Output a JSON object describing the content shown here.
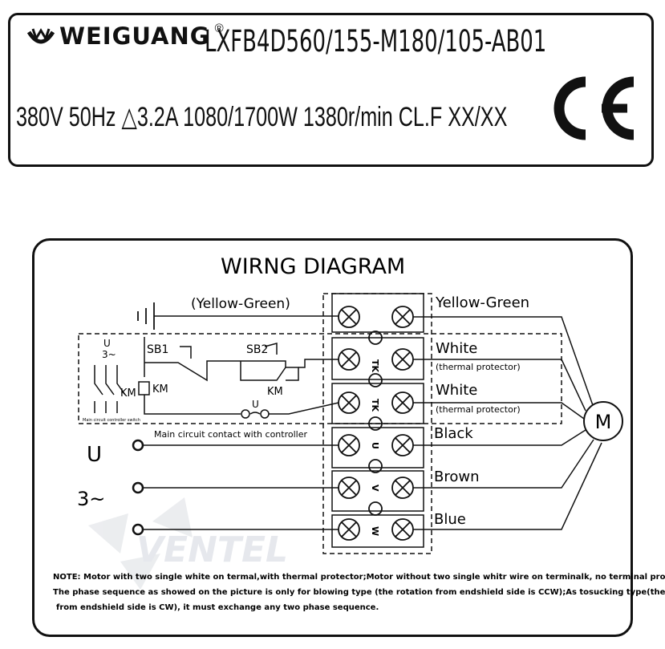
{
  "label": {
    "brand": "WEIGUANG",
    "registered": "®",
    "model": "LXFB4D560/155-M180/105-AB01",
    "specs": "380V 50Hz △3.2A 1080/1700W 1380r/min CL.F XX/XX",
    "certification": "CE"
  },
  "diagram": {
    "title": "WIRNG DIAGRAM",
    "ground_note": "(Yellow-Green)",
    "wires": {
      "yellow_green": "Yellow-Green",
      "white_1": "White",
      "white_1_note": "(thermal protector)",
      "white_2": "White",
      "white_2_note": "(thermal protector)",
      "black": "Black",
      "brown": "Brown",
      "blue": "Blue"
    },
    "motor": "M",
    "controller": {
      "sb1": "SB1",
      "sb2": "SB2",
      "km_coil": "KM",
      "km_contact": "KM",
      "km_main": "KM",
      "u_ctrl": "U",
      "u_top": "U",
      "three_phase_top": "3~",
      "main_switch_caption": "Main circuit controller switch",
      "contact_caption": "Main circuit contact with controller"
    },
    "terminals": [
      "TK",
      "TK",
      "U",
      "V",
      "W"
    ],
    "supply": {
      "phase": "U",
      "type": "3~"
    },
    "watermark": "VENTEL",
    "notes": [
      "NOTE: Motor with two single white on termal,with thermal protector;Motor without two single whitr wire on terminalk, no terminal proteceor.",
      "The phase sequence as showed on the picture is only for blowing type (the rotation from endshield side is CCW);As tosucking type(the rotation",
      "from endshield side is CW), it must exchange any two phase sequence."
    ]
  }
}
